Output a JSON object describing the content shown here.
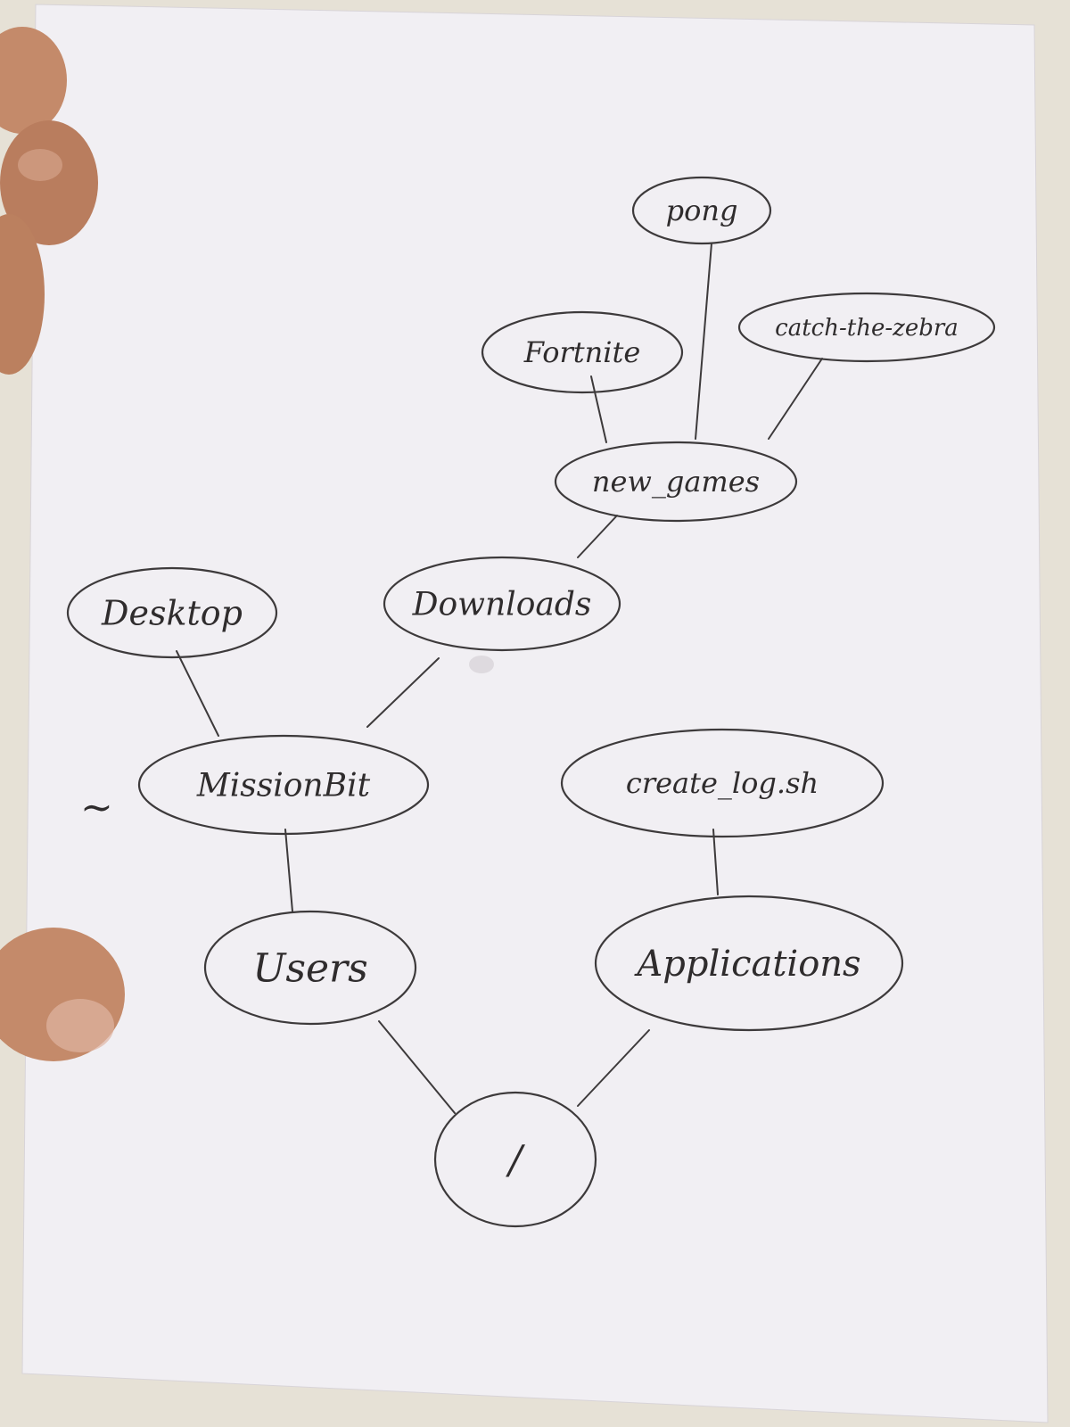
{
  "diagram": {
    "type": "directory-tree",
    "home_marker": "~",
    "nodes": [
      {
        "id": "root",
        "label": "/",
        "shape": "circle"
      },
      {
        "id": "users",
        "label": "Users",
        "shape": "oval"
      },
      {
        "id": "applications",
        "label": "Applications",
        "shape": "oval"
      },
      {
        "id": "missionbit",
        "label": "MissionBit",
        "shape": "oval"
      },
      {
        "id": "create_log",
        "label": "create_log.sh",
        "shape": "oval"
      },
      {
        "id": "desktop",
        "label": "Desktop",
        "shape": "oval"
      },
      {
        "id": "downloads",
        "label": "Downloads",
        "shape": "oval"
      },
      {
        "id": "new_games",
        "label": "new_games",
        "shape": "oval"
      },
      {
        "id": "fortnite",
        "label": "Fortnite",
        "shape": "oval"
      },
      {
        "id": "pong",
        "label": "pong",
        "shape": "oval"
      },
      {
        "id": "catch_zebra",
        "label": "catch-the-zebra",
        "shape": "oval"
      }
    ],
    "edges": [
      {
        "from": "root",
        "to": "users"
      },
      {
        "from": "root",
        "to": "applications"
      },
      {
        "from": "users",
        "to": "missionbit"
      },
      {
        "from": "applications",
        "to": "create_log"
      },
      {
        "from": "missionbit",
        "to": "desktop"
      },
      {
        "from": "missionbit",
        "to": "downloads"
      },
      {
        "from": "downloads",
        "to": "new_games"
      },
      {
        "from": "new_games",
        "to": "fortnite"
      },
      {
        "from": "new_games",
        "to": "pong"
      },
      {
        "from": "new_games",
        "to": "catch_zebra"
      }
    ]
  },
  "colors": {
    "paper": "#f1eff3",
    "ink": "#3d3a3b",
    "wall": "#e6e1d6",
    "skin": "#c48a6a"
  }
}
